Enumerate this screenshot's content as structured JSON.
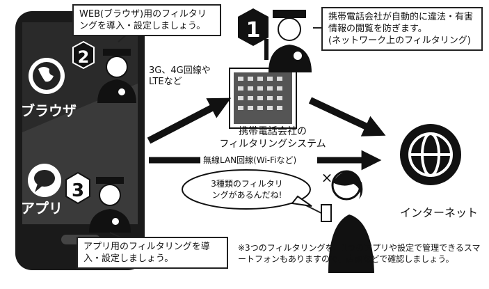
{
  "callouts": {
    "web": "WEB(ブラウザ)用のフィルタリングを導入・設定しましょう。",
    "carrier": "携帯電話会社が自動的に違法・有害情報の閲覧を防ぎます。",
    "carrier_sub": "(ネットワーク上のフィルタリング)",
    "app": "アプリ用のフィルタリングを導入・設定しましょう。"
  },
  "labels": {
    "browser": "ブラウザ",
    "app": "アプリ",
    "network_route": "3G、4G回線やLTEなど",
    "carrier_system_line1": "携帯電話会社の",
    "carrier_system_line2": "フィルタリングシステム",
    "wireless_route": "無線LAN回線(Wi-Fiなど)",
    "internet": "インターネット",
    "speech_line1": "3種類のフィルタリ",
    "speech_line2": "ングがあるんだね!",
    "note": "※3つのフィルタリングを、1つのアプリや設定で管理できるスマートフォンもありますので、店頭などで確認しましょう。"
  },
  "badges": {
    "one": "1",
    "two": "2",
    "three": "3"
  },
  "icons": [
    "globe-icon",
    "chat-bubble-icon",
    "police-officer-icon",
    "building-icon",
    "person-phone-icon"
  ]
}
